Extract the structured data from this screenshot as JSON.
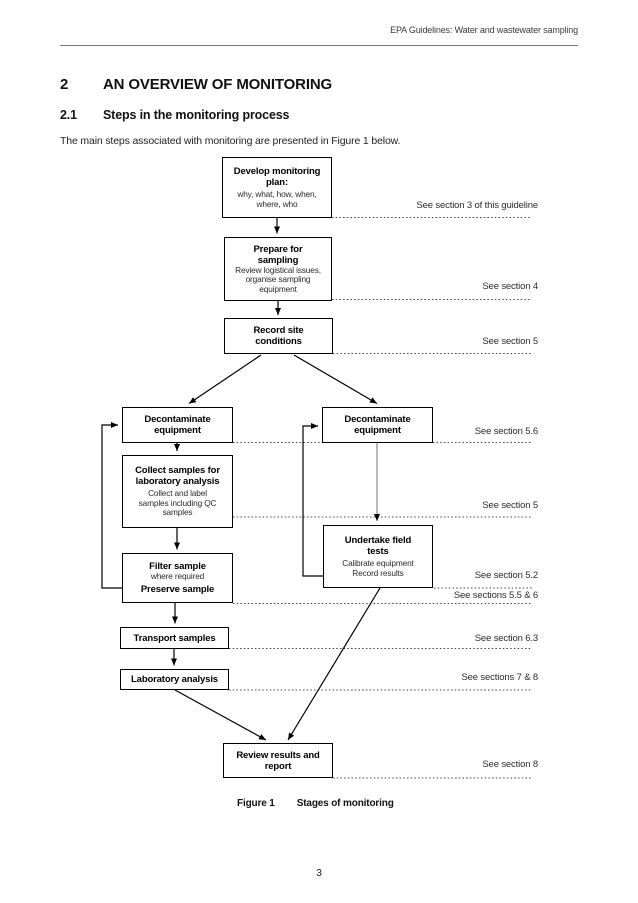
{
  "header": {
    "text": "EPA Guidelines: Water and wastewater sampling"
  },
  "section": {
    "number": "2",
    "title": "AN OVERVIEW OF MONITORING"
  },
  "subsection": {
    "number": "2.1",
    "title": "Steps in the monitoring process"
  },
  "intro": "The main steps associated with monitoring are presented in Figure 1 below.",
  "flowchart": {
    "boxes": {
      "develop_plan": {
        "title": "Develop monitoring\nplan:",
        "subtitle": "why, what, how, when,\nwhere, who"
      },
      "prepare_sampling": {
        "title": "Prepare for\nsampling",
        "subtitle": "Review logistical issues,\norganise sampling\nequipment"
      },
      "record_site": {
        "title": "Record site\nconditions"
      },
      "decontaminate_left": {
        "title": "Decontaminate\nequipment"
      },
      "decontaminate_right": {
        "title": "Decontaminate\nequipment"
      },
      "collect_samples": {
        "title": "Collect samples for\nlaboratory analysis",
        "subtitle": "Collect and label\nsamples including QC\nsamples"
      },
      "undertake_field_tests": {
        "title": "Undertake field\ntests",
        "subtitle": "Calibrate equipment\nRecord results"
      },
      "filter_sample": {
        "title": "Filter sample",
        "subtitle": "where required",
        "title2": "Preserve sample"
      },
      "transport_samples": {
        "title": "Transport samples"
      },
      "laboratory_analysis": {
        "title": "Laboratory analysis"
      },
      "review_results": {
        "title": "Review results and\nreport"
      }
    },
    "side_labels": [
      {
        "text": "See section 3 of this guideline"
      },
      {
        "text": "See section 4"
      },
      {
        "text": "See section 5"
      },
      {
        "text": "See section 5.6"
      },
      {
        "text": "See section 5"
      },
      {
        "text": "See section 5.2"
      },
      {
        "text": "See sections 5.5 & 6"
      },
      {
        "text": "See section 6.3"
      },
      {
        "text": "See sections 7 & 8"
      },
      {
        "text": "See section 8"
      }
    ]
  },
  "figure_caption": {
    "label": "Figure 1",
    "title": "Stages of monitoring"
  },
  "footer": {
    "page_number": "3"
  },
  "colors": {
    "line": "#000000",
    "gray_line": "#8a8a8a",
    "dotted_line": "#444444"
  }
}
